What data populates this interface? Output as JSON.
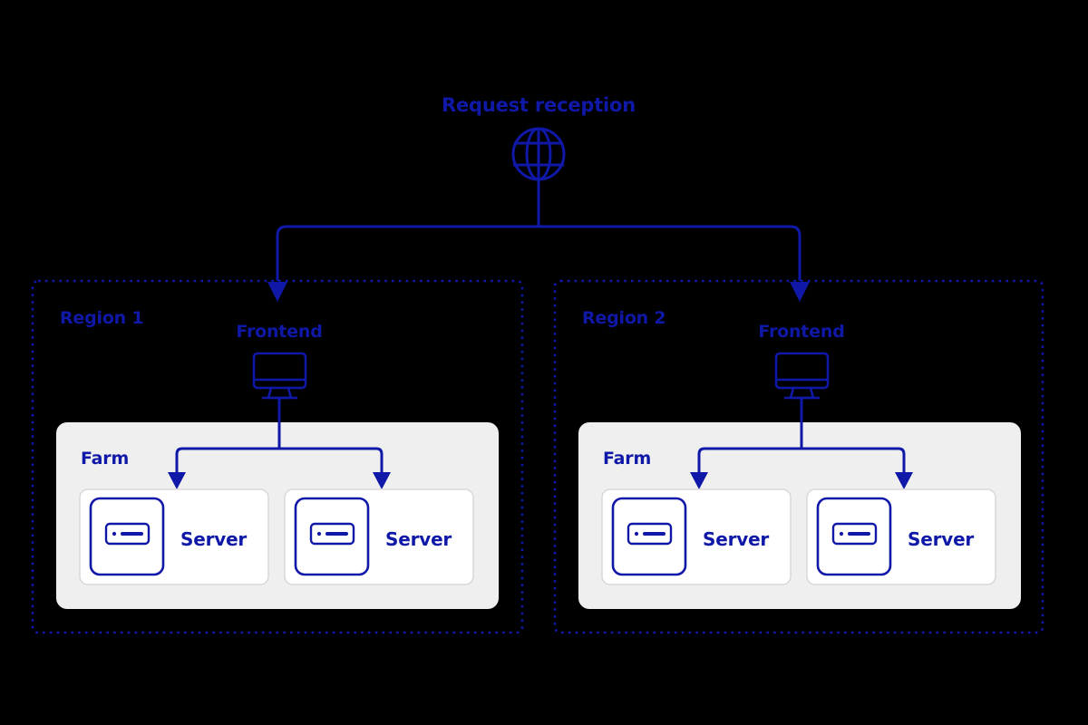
{
  "diagram": {
    "title_node": {
      "label": "Request reception",
      "icon": "globe-icon"
    },
    "accent_color": "#1018a8",
    "farm_background": "#efefef",
    "card_background": "#ffffff",
    "card_border": "#d8d8d8",
    "canvas_background": "#000000",
    "regions": [
      {
        "label": "Region 1",
        "frontend": {
          "label": "Frontend",
          "icon": "monitor-icon"
        },
        "farm": {
          "label": "Farm",
          "servers": [
            {
              "label": "Server",
              "icon": "server-rack-icon"
            },
            {
              "label": "Server",
              "icon": "server-rack-icon"
            }
          ]
        }
      },
      {
        "label": "Region 2",
        "frontend": {
          "label": "Frontend",
          "icon": "monitor-icon"
        },
        "farm": {
          "label": "Farm",
          "servers": [
            {
              "label": "Server",
              "icon": "server-rack-icon"
            },
            {
              "label": "Server",
              "icon": "server-rack-icon"
            }
          ]
        }
      }
    ]
  }
}
